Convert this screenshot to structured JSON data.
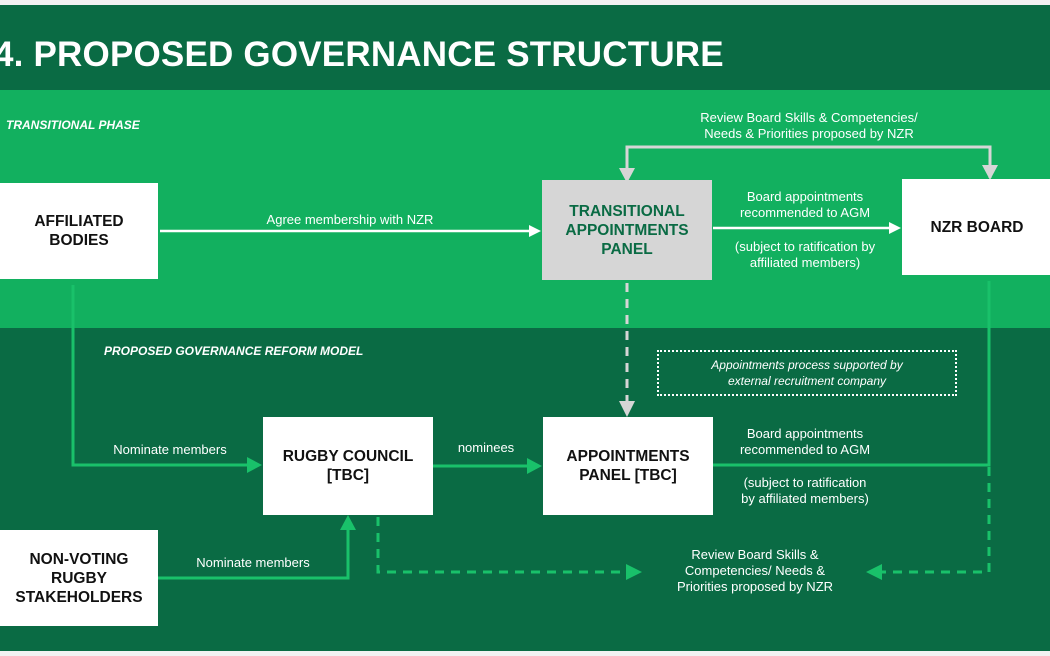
{
  "title": "4. PROPOSED GOVERNANCE STRUCTURE",
  "phases": {
    "transitional": "TRANSITIONAL PHASE",
    "reform": "PROPOSED GOVERNANCE REFORM MODEL"
  },
  "boxes": {
    "affiliated": [
      "AFFILIATED",
      "BODIES"
    ],
    "transitional_panel": [
      "TRANSITIONAL",
      "APPOINTMENTS",
      "PANEL"
    ],
    "nzr_board": [
      "NZR BOARD"
    ],
    "rugby_council": [
      "RUGBY COUNCIL",
      "[TBC]"
    ],
    "appointments_panel": [
      "APPOINTMENTS",
      "PANEL [TBC]"
    ],
    "non_voting": [
      "NON-VOTING",
      "RUGBY",
      "STAKEHOLDERS"
    ]
  },
  "labels": {
    "review_top": [
      "Review Board Skills & Competencies/",
      "Needs & Priorities proposed by NZR"
    ],
    "agree": "Agree membership with NZR",
    "board_appt_top": [
      "Board appointments",
      "recommended to AGM"
    ],
    "ratification_top": [
      "(subject to ratification by",
      "affiliated members)"
    ],
    "dotted_note": [
      "Appointments process supported by",
      "external recruitment company"
    ],
    "nominate_1": "Nominate members",
    "nominees": "nominees",
    "board_appt_bottom": [
      "Board appointments",
      "recommended to AGM"
    ],
    "ratification_bottom": [
      "(subject to ratification",
      "by affiliated members)"
    ],
    "nominate_2": "Nominate members",
    "review_bottom": [
      "Review Board Skills &",
      "Competencies/ Needs &",
      "Priorities proposed by NZR"
    ]
  },
  "colors": {
    "dark_green": "#0a6b44",
    "bright_green": "#12b05f",
    "arrow_grey": "#d6d6d6",
    "arrow_bright": "#19c16a"
  }
}
